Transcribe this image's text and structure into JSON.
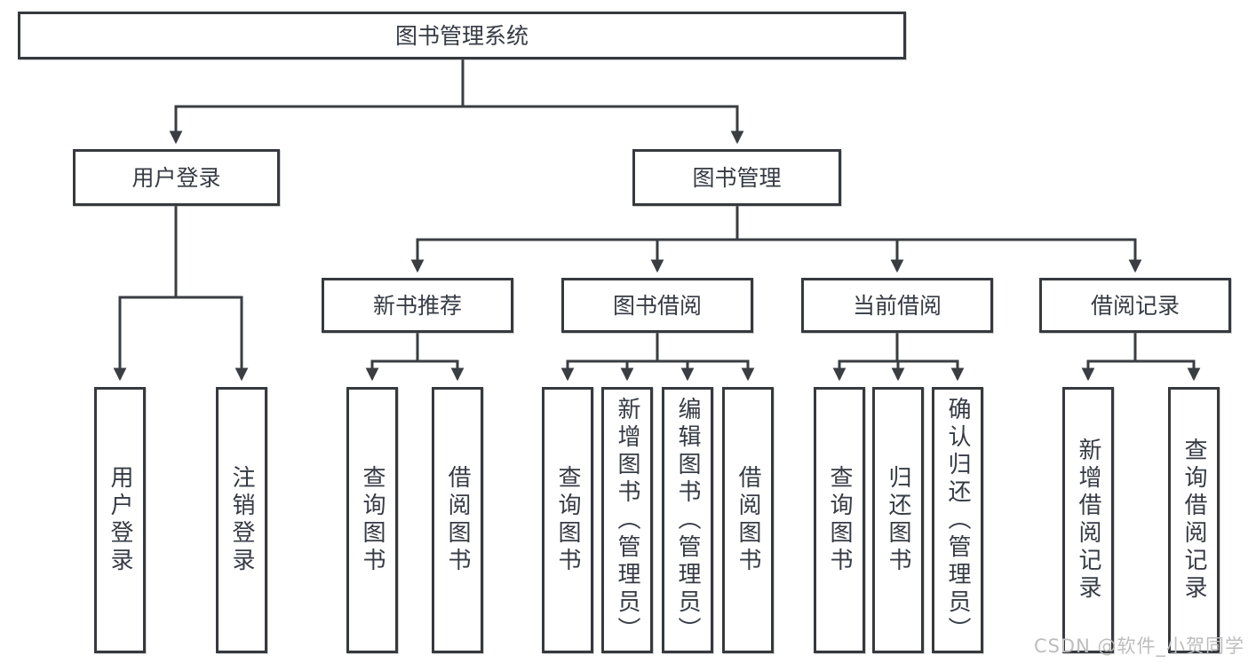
{
  "diagram_type": "hierarchy-tree",
  "colors": {
    "background": "#ffffff",
    "box_border": "#36393d",
    "connector_line": "#3a3d41",
    "text": "#363b44",
    "watermark_text": "#bdbdbd"
  },
  "tree": {
    "label": "图书管理系统",
    "children": [
      {
        "label": "用户登录",
        "children": [
          {
            "label": "用户登录"
          },
          {
            "label": "注销登录"
          }
        ]
      },
      {
        "label": "图书管理",
        "children": [
          {
            "label": "新书推荐",
            "children": [
              {
                "label": "查询图书"
              },
              {
                "label": "借阅图书"
              }
            ]
          },
          {
            "label": "图书借阅",
            "children": [
              {
                "label": "查询图书"
              },
              {
                "label": "新增图书（管理员）"
              },
              {
                "label": "编辑图书（管理员）"
              },
              {
                "label": "借阅图书"
              }
            ]
          },
          {
            "label": "当前借阅",
            "children": [
              {
                "label": "查询图书"
              },
              {
                "label": "归还图书"
              },
              {
                "label": "确认归还（管理员）"
              }
            ]
          },
          {
            "label": "借阅记录",
            "children": [
              {
                "label": "新增借阅记录"
              },
              {
                "label": "查询借阅记录"
              }
            ]
          }
        ]
      }
    ]
  },
  "watermark": {
    "text": "CSDN @软件_小贺同学"
  }
}
